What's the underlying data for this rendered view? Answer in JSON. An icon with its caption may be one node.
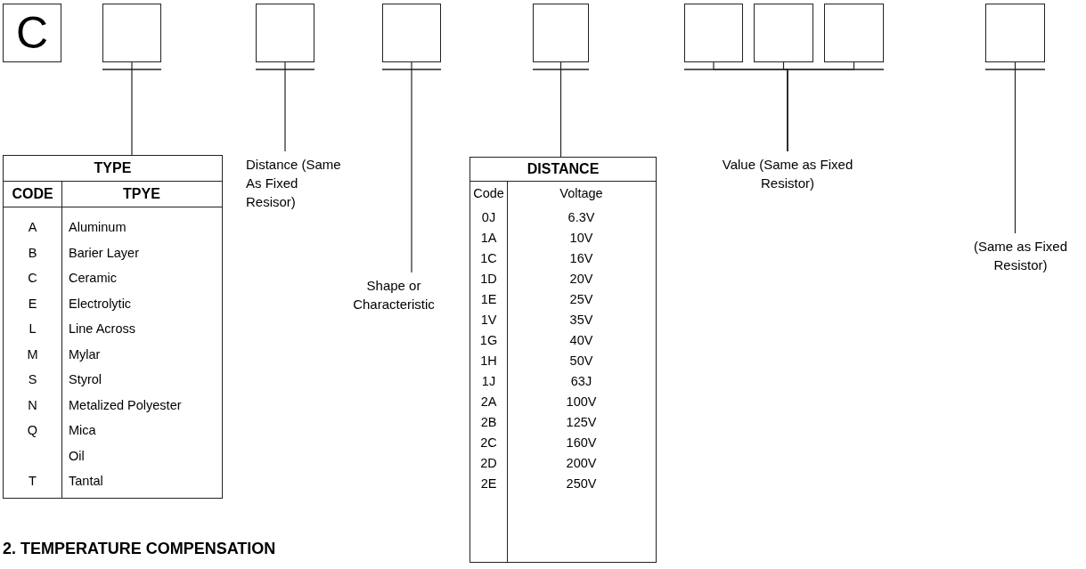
{
  "diagram": {
    "nodes": [
      {
        "text": [
          "C"
        ]
      },
      {
        "text": [],
        "shape": "box"
      },
      {
        "text": [],
        "shape": "box"
      },
      {
        "text": [],
        "shape": "box"
      },
      {
        "text": [],
        "shape": "box"
      },
      {
        "text": [],
        "shape": "box"
      },
      {
        "text": [],
        "shape": "box"
      },
      {
        "text": [],
        "shape": "box"
      },
      {
        "text": [],
        "shape": "box"
      },
      {
        "text": [
          "TYPE",
          "CODE",
          "TPYE",
          "A",
          "Aluminum",
          "B",
          "Barier Layer",
          "C",
          "Ceramic",
          "E",
          "Electrolytic",
          "L",
          "Line Across",
          "M",
          "Mylar",
          "S",
          "Styrol",
          "N",
          "Metalized Polyester",
          "Q",
          "Mica",
          "Oil",
          "T",
          "Tantal"
        ]
      },
      {
        "text": [
          "Distance (Same As Fixed Resisor)"
        ]
      },
      {
        "text": [
          "Shape or Characteristic"
        ]
      },
      {
        "text": [
          "DISTANCE",
          "Code",
          "Voltage",
          "0J",
          "6.3V",
          "1A",
          "10V",
          "1C",
          "16V",
          "1D",
          "20V",
          "1E",
          "25V",
          "1V",
          "35V",
          "1G",
          "40V",
          "1H",
          "50V",
          "1J",
          "63J",
          "2A",
          "100V",
          "2B",
          "125V",
          "2C",
          "160V",
          "2D",
          "200V",
          "2E",
          "250V"
        ]
      },
      {
        "text": [
          "Value (Same as Fixed Resistor)"
        ]
      },
      {
        "text": [
          "(Same as Fixed Resistor)"
        ]
      }
    ],
    "edges": [
      {
        "from": 1,
        "to": 9,
        "arrow": "none"
      },
      {
        "from": 2,
        "to": 10,
        "arrow": "none"
      },
      {
        "from": 3,
        "to": 11,
        "arrow": "none"
      },
      {
        "from": 4,
        "to": 12,
        "arrow": "none"
      },
      {
        "from": 5,
        "to": 13,
        "arrow": "none"
      },
      {
        "from": 6,
        "to": 13,
        "arrow": "none"
      },
      {
        "from": 7,
        "to": 13,
        "arrow": "none"
      },
      {
        "from": 8,
        "to": 14,
        "arrow": "none"
      }
    ],
    "labels": [
      "2. TEMPERATURE COMPENSATION"
    ]
  }
}
